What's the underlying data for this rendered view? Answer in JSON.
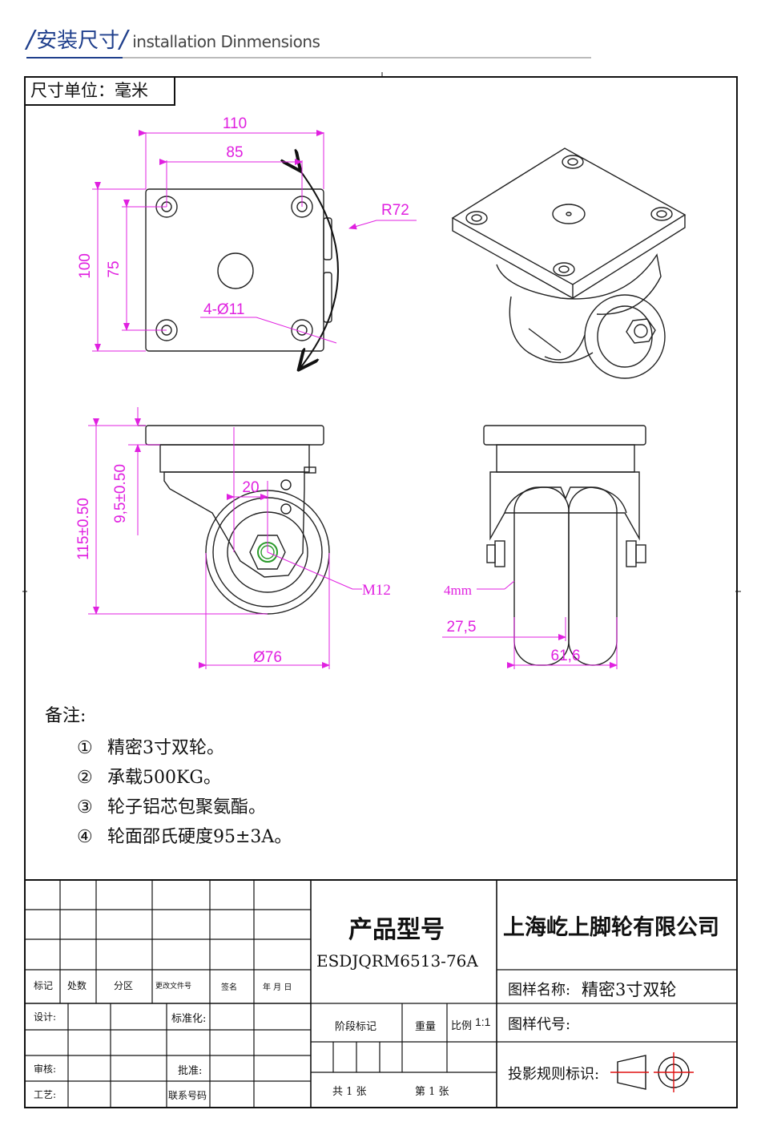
{
  "header": {
    "slash": "/",
    "title_zh": "安装尺寸",
    "title_en": "installation Dinmensions"
  },
  "unit_label": "尺寸单位：毫米",
  "dimensions": {
    "plate_width_outer": "110",
    "hole_spacing_x": "85",
    "plate_height": "100",
    "hole_spacing_y": "75",
    "swivel_radius": "R72",
    "bolt_holes": "4-Ø11",
    "total_height": "115±0.50",
    "offset_height": "9,5±0.50",
    "swivel_offset": "20",
    "axle": "M12",
    "wheel_dia": "Ø76",
    "side_gap": "4mm",
    "half_width": "27,5",
    "wheel_width": "61,6"
  },
  "notes": {
    "title": "备注:",
    "items": [
      {
        "num": "①",
        "text": "精密3寸双轮。"
      },
      {
        "num": "②",
        "text": "承载500KG。"
      },
      {
        "num": "③",
        "text": "轮子铝芯包聚氨酯。"
      },
      {
        "num": "④",
        "text": "轮面邵氏硬度95±3A。"
      }
    ]
  },
  "title_block": {
    "product_model_label": "产品型号",
    "product_model": "ESDJQRM6513-76A",
    "company": "上海屹上脚轮有限公司",
    "drawing_name_label": "图样名称:",
    "drawing_name": "精密3寸双轮",
    "drawing_code_label": "图样代号:",
    "projection_label": "投影规则标识:",
    "col_headers": [
      "标记",
      "处数",
      "分区",
      "更改文件号",
      "签名",
      "年 月 日"
    ],
    "design_label": "设计:",
    "standard_label": "标准化:",
    "review_label": "审核:",
    "approve_label": "批准:",
    "process_label": "工艺:",
    "contact_label": "联系号码",
    "stage_label": "阶段标记",
    "weight_label": "重量",
    "scale_label": "比例",
    "scale_value": "1:1",
    "total_sheets": "共 1 张",
    "sheet_no": "第 1 张"
  }
}
